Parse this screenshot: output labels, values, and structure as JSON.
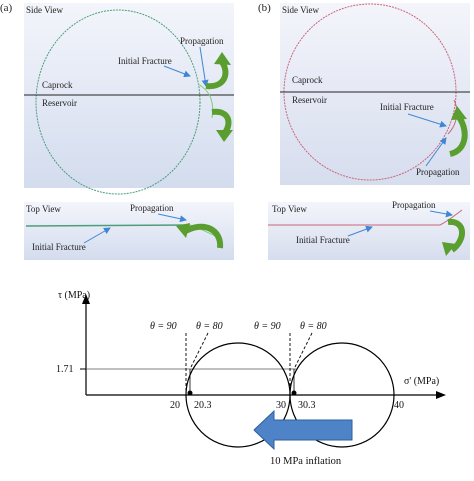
{
  "panel_a": {
    "letter": "(a)",
    "side_view": {
      "title": "Side View",
      "caprock": "Caprock",
      "reservoir": "Reservoir",
      "initial_fracture": "Initial Fracture",
      "propagation": "Propagation"
    },
    "top_view": {
      "title": "Top View",
      "propagation": "Propagation",
      "initial_fracture": "Initial Fracture"
    }
  },
  "panel_b": {
    "letter": "(b)",
    "side_view": {
      "title": "Side View",
      "caprock": "Caprock",
      "reservoir": "Reservoir",
      "initial_fracture": "Initial Fracture",
      "propagation": "Propagation"
    },
    "top_view": {
      "title": "Top View",
      "propagation": "Propagation",
      "initial_fracture": "Initial Fracture"
    }
  },
  "mohr": {
    "y_axis_label": "τ (MPa)",
    "x_axis_label": "σ' (MPa)",
    "y_tick": "1.71",
    "x_ticks": [
      "20",
      "20.3",
      "30",
      "30.3",
      "40"
    ],
    "theta_labels": [
      "θ = 90",
      "θ = 80",
      "θ = 90",
      "θ = 80"
    ],
    "arrow_label": "10 MPa inflation",
    "colors": {
      "arrow_fill": "#4f83c8",
      "arrow_stroke": "#2f5f9e"
    }
  }
}
